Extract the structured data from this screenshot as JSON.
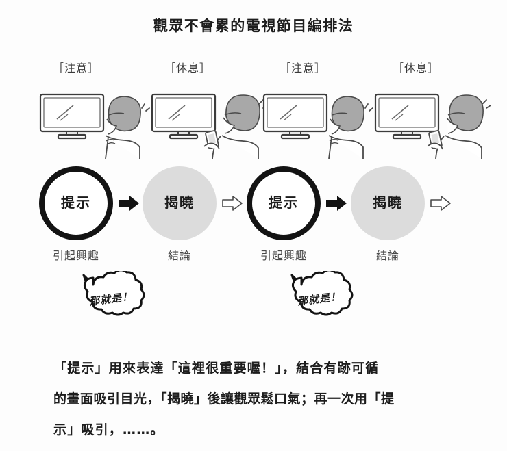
{
  "title": "觀眾不會累的電視節目編排法",
  "phases": [
    {
      "label": "［注意］",
      "state": "attention",
      "icon": "tv-watching-icon"
    },
    {
      "label": "［休息］",
      "state": "rest",
      "icon": "tv-phone-icon"
    },
    {
      "label": "［注意］",
      "state": "attention",
      "icon": "tv-watching-icon"
    },
    {
      "label": "［休息］",
      "state": "rest",
      "icon": "tv-phone-icon"
    }
  ],
  "flow": {
    "nodes": [
      {
        "text": "提示",
        "style": "outline",
        "caption": "引起興趣"
      },
      {
        "text": "揭曉",
        "style": "filled",
        "caption": "結論"
      },
      {
        "text": "提示",
        "style": "outline",
        "caption": "引起興趣"
      },
      {
        "text": "揭曉",
        "style": "filled",
        "caption": "結論"
      }
    ],
    "arrows": [
      {
        "kind": "solid",
        "icon": "arrow-right-solid-icon"
      },
      {
        "kind": "outline",
        "icon": "arrow-right-outline-icon"
      },
      {
        "kind": "solid",
        "icon": "arrow-right-solid-icon"
      },
      {
        "kind": "outline",
        "icon": "arrow-right-outline-icon"
      }
    ]
  },
  "bubbles": [
    {
      "text": "那就是！",
      "icon": "speech-cloud-icon"
    },
    {
      "text": "那就是！",
      "icon": "speech-cloud-icon"
    }
  ],
  "paragraph": {
    "line1": "「提示」用來表達「這裡很重要喔！」，結合有跡可循",
    "line2": "的畫面吸引目光，「揭曉」後讓觀眾鬆口氣；再一次用「提",
    "line3": "示」吸引，……。"
  },
  "colors": {
    "background": "#fdfdfd",
    "ink": "#1d1d1d",
    "outline_circle_border": "#131313",
    "filled_circle": "#dcdcdc",
    "caption_text": "#4a4a4a",
    "tv_bezel": "#3c3c3c",
    "hair": "#9a9a9a"
  }
}
